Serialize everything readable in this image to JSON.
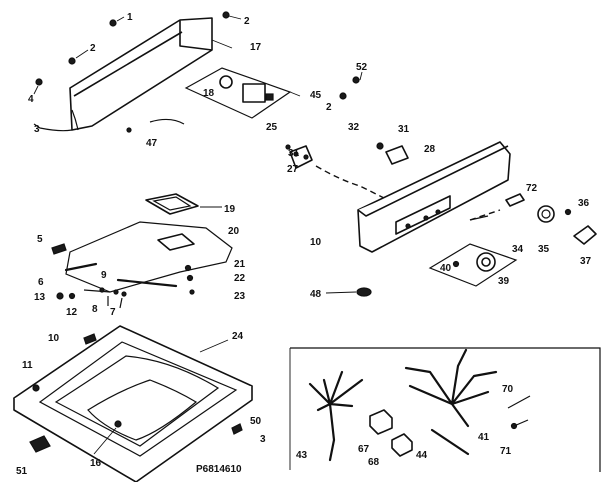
{
  "diagram": {
    "labels": [
      "1",
      "2",
      "2",
      "17",
      "18",
      "4",
      "3",
      "47",
      "25",
      "45",
      "52",
      "2",
      "32",
      "31",
      "28",
      "31",
      "27",
      "19",
      "20",
      "5",
      "21",
      "22",
      "23",
      "6",
      "9",
      "13",
      "12",
      "8",
      "7",
      "10",
      "72",
      "36",
      "34",
      "35",
      "37",
      "40",
      "39",
      "48",
      "10",
      "24",
      "11",
      "50",
      "3",
      "51",
      "16",
      "43",
      "67",
      "68",
      "44",
      "41",
      "70",
      "71"
    ],
    "code": "P6814610"
  }
}
